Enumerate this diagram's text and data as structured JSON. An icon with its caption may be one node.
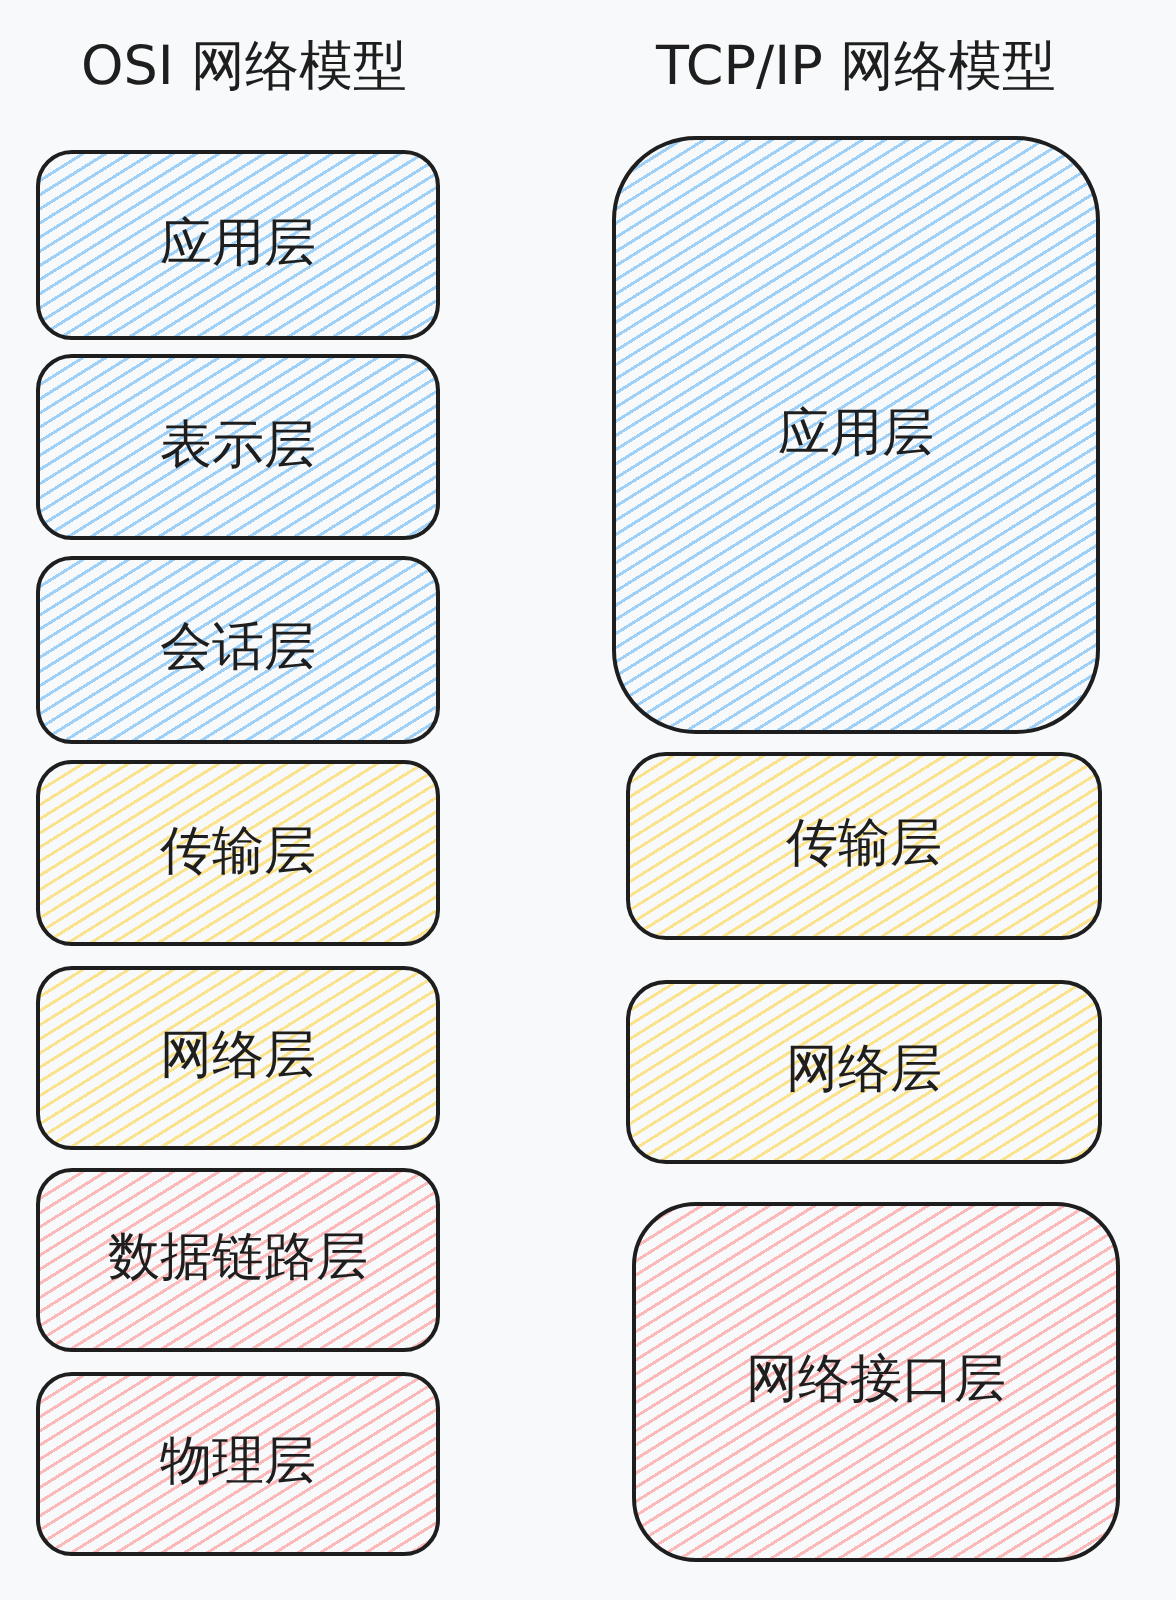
{
  "diagram": {
    "nodes": [
      {
        "text": [
          "应用层"
        ]
      },
      {
        "text": [
          "表示层"
        ]
      },
      {
        "text": [
          "会话层"
        ]
      },
      {
        "text": [
          "传输层"
        ]
      },
      {
        "text": [
          "网络层"
        ]
      },
      {
        "text": [
          "数据链路层"
        ]
      },
      {
        "text": [
          "物理层"
        ]
      },
      {
        "text": [
          "应用层"
        ]
      },
      {
        "text": [
          "传输层"
        ]
      },
      {
        "text": [
          "网络层"
        ]
      },
      {
        "text": [
          "网络接口层"
        ]
      }
    ],
    "labels": [
      "OSI 网络模型",
      "TCP/IP 网络模型"
    ]
  }
}
